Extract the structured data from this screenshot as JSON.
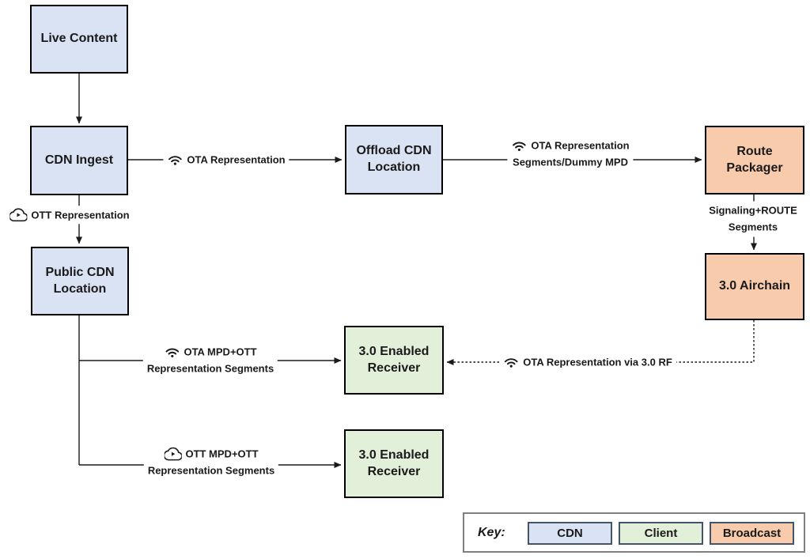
{
  "nodes": {
    "live_content": {
      "label": "Live Content",
      "category": "cdn"
    },
    "cdn_ingest": {
      "label": "CDN Ingest",
      "category": "cdn"
    },
    "offload_cdn_location": {
      "label": "Offload CDN\nLocation",
      "category": "cdn"
    },
    "route_packager": {
      "label": "Route\nPackager",
      "category": "broadcast"
    },
    "airchain": {
      "label": "3.0 Airchain",
      "category": "broadcast"
    },
    "public_cdn_location": {
      "label": "Public CDN\nLocation",
      "category": "cdn"
    },
    "receiver_ota": {
      "label": "3.0 Enabled\nReceiver",
      "category": "client"
    },
    "receiver_ott": {
      "label": "3.0 Enabled\nReceiver",
      "category": "client"
    }
  },
  "edges": {
    "ota_representation": {
      "icon": "wifi-icon",
      "line1": "OTA Representation"
    },
    "ota_representation_segments": {
      "icon": "wifi-icon",
      "line1": "OTA Representation",
      "line2": "Segments/Dummy MPD"
    },
    "ott_representation": {
      "icon": "cloud-play-icon",
      "line1": "OTT Representation"
    },
    "signaling_route": {
      "icon": null,
      "line1": "Signaling+ROUTE",
      "line2": "Segments"
    },
    "ota_mpd_ott": {
      "icon": "wifi-icon",
      "line1": "OTA MPD+OTT",
      "line2": "Representation Segments"
    },
    "ota_via_rf": {
      "icon": "wifi-icon",
      "line1": "OTA Representation via 3.0 RF"
    },
    "ott_mpd_ott": {
      "icon": "cloud-play-icon",
      "line1": "OTT MPD+OTT",
      "line2": "Representation Segments"
    }
  },
  "key": {
    "title": "Key:",
    "items": [
      {
        "label": "CDN",
        "category": "cdn"
      },
      {
        "label": "Client",
        "category": "client"
      },
      {
        "label": "Broadcast",
        "category": "broadcast"
      }
    ]
  },
  "colors": {
    "cdn_fill": "#dae3f3",
    "client_fill": "#e2efd9",
    "broadcast_fill": "#f8cbad",
    "box_border": "#000000",
    "key_swatch_border": "#44546a",
    "key_frame_border": "#7f7f7f",
    "connector": "#1a1a1a"
  }
}
